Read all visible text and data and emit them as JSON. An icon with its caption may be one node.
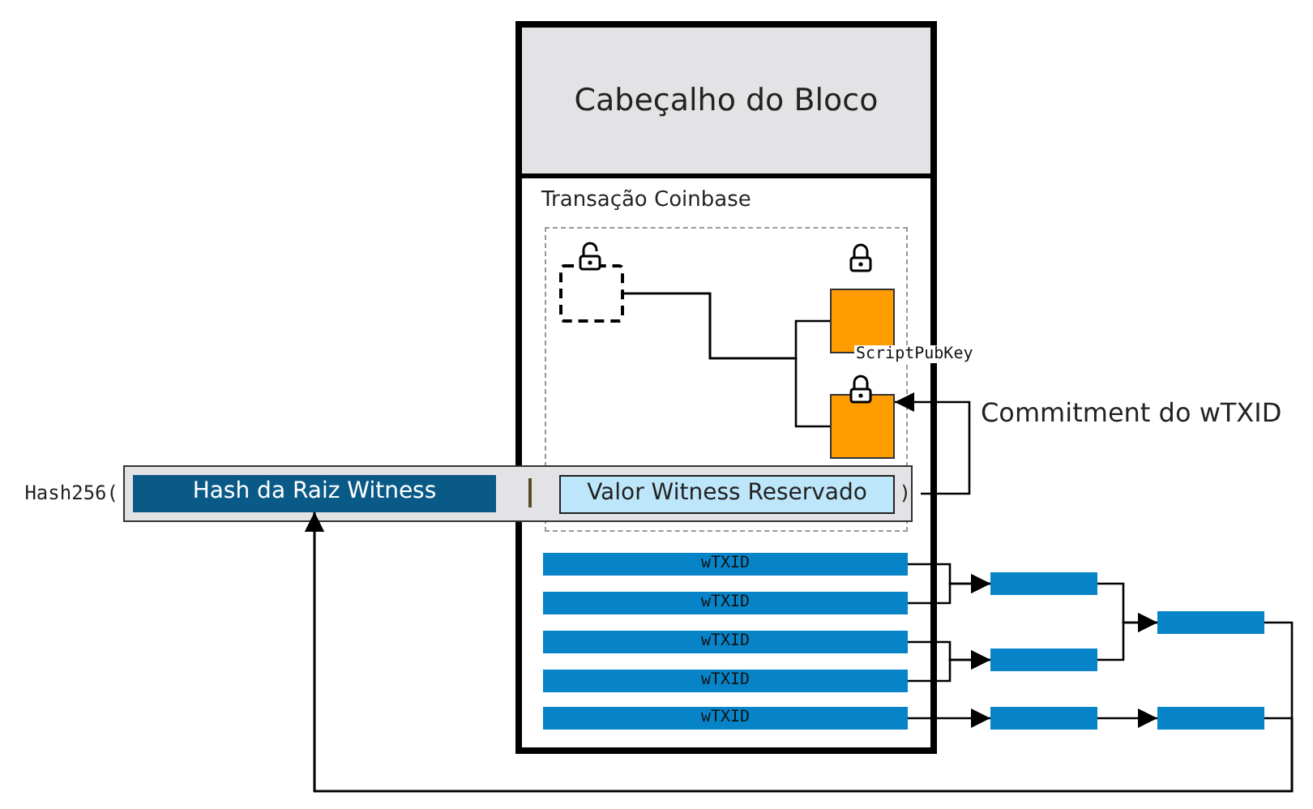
{
  "diagram": {
    "nodes": [
      {
        "text": [],
        "shape": "box"
      },
      {
        "text": [
          "Cabeçalho do Bloco"
        ],
        "in": 0
      },
      {
        "text": [
          "Transação Coinbase"
        ],
        "in": 0
      },
      {
        "text": [],
        "shape": "box",
        "in": 2
      },
      {
        "text": [],
        "shape": "box",
        "in": 2
      },
      {
        "text": [],
        "shape": "box",
        "in": 2
      },
      {
        "text": [
          "Hash256(",
          ")"
        ]
      },
      {
        "text": [
          "Hash da Raiz Witness"
        ],
        "in": 6
      },
      {
        "text": [
          "Valor Witness Reservado"
        ]
      },
      {
        "text": [
          "wTXID"
        ],
        "in": 0
      },
      {
        "text": [
          "wTXID"
        ],
        "in": 0
      },
      {
        "text": [
          "wTXID"
        ],
        "in": 0
      },
      {
        "text": [
          "wTXID"
        ],
        "in": 0
      },
      {
        "text": [
          "wTXID"
        ],
        "in": 0
      },
      {
        "text": [],
        "shape": "bar"
      },
      {
        "text": [],
        "shape": "bar"
      },
      {
        "text": [],
        "shape": "bar"
      },
      {
        "text": [],
        "shape": "bar"
      },
      {
        "text": [],
        "shape": "bar"
      }
    ],
    "edges": [
      {
        "from": 3,
        "to": 4,
        "arrow": "none"
      },
      {
        "from": 3,
        "to": 5,
        "arrow": "none"
      },
      {
        "from": 6,
        "to": 5,
        "arrow": "to",
        "label": "Commitment do wTXID"
      },
      {
        "from": 9,
        "to": 14,
        "arrow": "to"
      },
      {
        "from": 10,
        "to": 14,
        "arrow": "to"
      },
      {
        "from": 11,
        "to": 15,
        "arrow": "to"
      },
      {
        "from": 12,
        "to": 15,
        "arrow": "to"
      },
      {
        "from": 13,
        "to": 16,
        "arrow": "to"
      },
      {
        "from": 14,
        "to": 17,
        "arrow": "to"
      },
      {
        "from": 15,
        "to": 17,
        "arrow": "to"
      },
      {
        "from": 16,
        "to": 18,
        "arrow": "to"
      },
      {
        "from": 17,
        "to": 7,
        "arrow": "to"
      },
      {
        "from": 18,
        "to": 7,
        "arrow": "to"
      }
    ],
    "labels": [
      "ScriptPubKey"
    ]
  }
}
